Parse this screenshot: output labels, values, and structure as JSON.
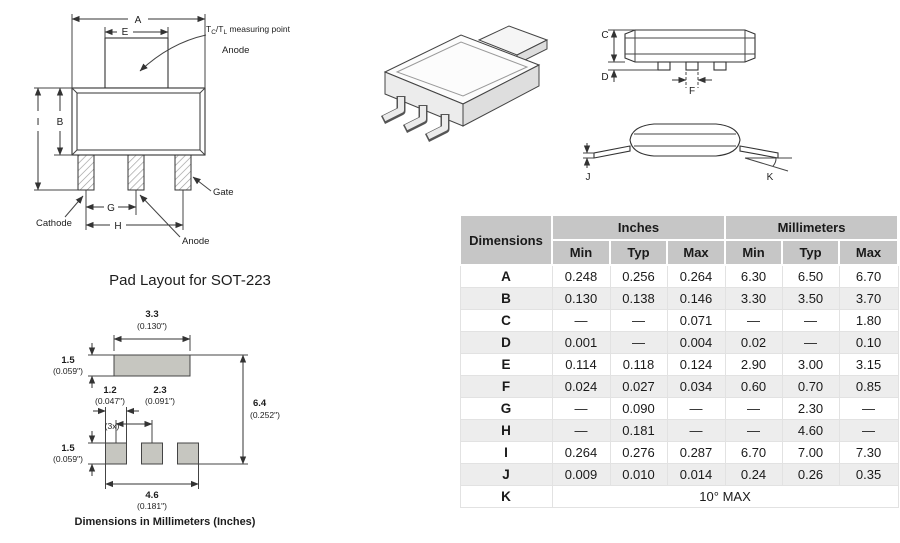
{
  "front_view": {
    "dim_a": "A",
    "dim_e": "E",
    "dim_b": "B",
    "dim_i": "I",
    "dim_g": "G",
    "dim_h": "H",
    "measuring_point": {
      "t1": "T",
      "s1": "C",
      "t2": "/T",
      "s2": "L",
      "t3": " measuring point"
    },
    "anode_top": "Anode",
    "cathode": "Cathode",
    "gate": "Gate",
    "anode_bottom": "Anode"
  },
  "end_view": {
    "dim_c": "C",
    "dim_d": "D",
    "dim_f": "F"
  },
  "side_view": {
    "dim_j": "J",
    "dim_k": "K"
  },
  "pad_layout": {
    "title": "Pad Layout for SOT-223",
    "top_width_mm": "3.3",
    "top_width_in": "(0.130\")",
    "tab_height_mm": "1.5",
    "tab_height_in": "(0.059\")",
    "lead_width_mm": "1.2",
    "lead_width_in": "(0.047\")",
    "lead_count": "(3x)",
    "pitch_mm": "2.3",
    "pitch_in": "(0.091\")",
    "overall_height_mm": "6.4",
    "overall_height_in": "(0.252\")",
    "lead_height_mm": "1.5",
    "lead_height_in": "(0.059\")",
    "span_mm": "4.6",
    "span_in": "(0.181\")",
    "footer": "Dimensions in Millimeters (Inches)"
  },
  "table": {
    "col_dimensions": "Dimensions",
    "group_inches": "Inches",
    "group_mm": "Millimeters",
    "min": "Min",
    "typ": "Typ",
    "max": "Max",
    "rows": [
      {
        "dim": "A",
        "in_min": "0.248",
        "in_typ": "0.256",
        "in_max": "0.264",
        "mm_min": "6.30",
        "mm_typ": "6.50",
        "mm_max": "6.70"
      },
      {
        "dim": "B",
        "in_min": "0.130",
        "in_typ": "0.138",
        "in_max": "0.146",
        "mm_min": "3.30",
        "mm_typ": "3.50",
        "mm_max": "3.70"
      },
      {
        "dim": "C",
        "in_min": "—",
        "in_typ": "—",
        "in_max": "0.071",
        "mm_min": "—",
        "mm_typ": "—",
        "mm_max": "1.80"
      },
      {
        "dim": "D",
        "in_min": "0.001",
        "in_typ": "—",
        "in_max": "0.004",
        "mm_min": "0.02",
        "mm_typ": "—",
        "mm_max": "0.10"
      },
      {
        "dim": "E",
        "in_min": "0.114",
        "in_typ": "0.118",
        "in_max": "0.124",
        "mm_min": "2.90",
        "mm_typ": "3.00",
        "mm_max": "3.15"
      },
      {
        "dim": "F",
        "in_min": "0.024",
        "in_typ": "0.027",
        "in_max": "0.034",
        "mm_min": "0.60",
        "mm_typ": "0.70",
        "mm_max": "0.85"
      },
      {
        "dim": "G",
        "in_min": "—",
        "in_typ": "0.090",
        "in_max": "—",
        "mm_min": "—",
        "mm_typ": "2.30",
        "mm_max": "—"
      },
      {
        "dim": "H",
        "in_min": "—",
        "in_typ": "0.181",
        "in_max": "—",
        "mm_min": "—",
        "mm_typ": "4.60",
        "mm_max": "—"
      },
      {
        "dim": "I",
        "in_min": "0.264",
        "in_typ": "0.276",
        "in_max": "0.287",
        "mm_min": "6.70",
        "mm_typ": "7.00",
        "mm_max": "7.30"
      },
      {
        "dim": "J",
        "in_min": "0.009",
        "in_typ": "0.010",
        "in_max": "0.014",
        "mm_min": "0.24",
        "mm_typ": "0.26",
        "mm_max": "0.35"
      }
    ],
    "k_row": {
      "dim": "K",
      "value": "10° MAX"
    }
  }
}
